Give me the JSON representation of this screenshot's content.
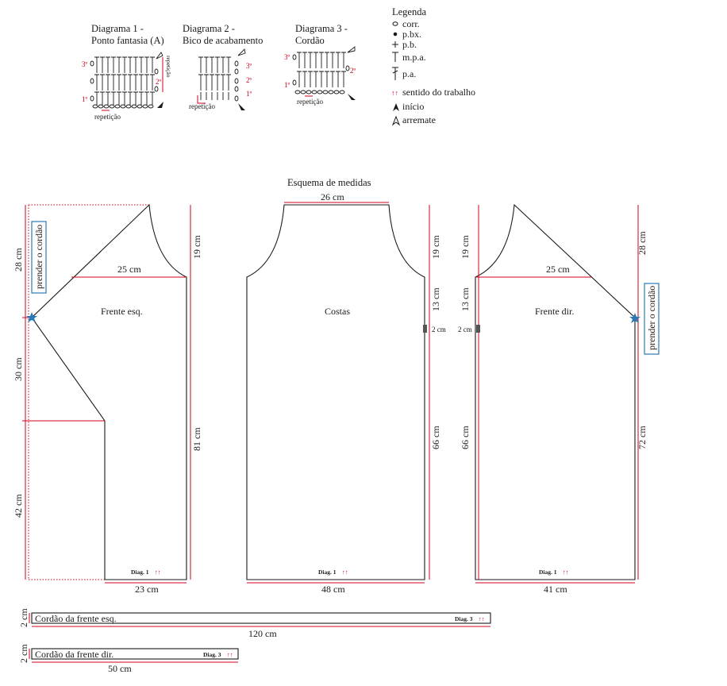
{
  "diagrams": {
    "d1": {
      "title_line1": "Diagrama 1 -",
      "title_line2": "Ponto fantasia (A)",
      "repeat_h": "repetição",
      "repeat_v": "repetição",
      "row1": "1º",
      "row2": "2º",
      "row3": "3º"
    },
    "d2": {
      "title_line1": "Diagrama 2 -",
      "title_line2": "Bico de acabamento",
      "repeat_h": "repetição",
      "row1": "1º",
      "row2": "2º",
      "row3": "3º"
    },
    "d3": {
      "title_line1": "Diagrama 3 -",
      "title_line2": "Cordão",
      "repeat_h": "repetição",
      "row1": "1º",
      "row2": "2º",
      "row3": "3º"
    }
  },
  "legend": {
    "title": "Legenda",
    "items": [
      {
        "symbol": "chain-symbol",
        "label": "corr."
      },
      {
        "symbol": "slip-stitch-symbol",
        "label": "p.bx."
      },
      {
        "symbol": "single-crochet-symbol",
        "label": "p.b."
      },
      {
        "symbol": "half-double-crochet-symbol",
        "label": "m.p.a."
      },
      {
        "symbol": "double-crochet-symbol",
        "label": "p.a."
      },
      {
        "symbol": "direction-arrows-symbol",
        "label": "sentido do trabalho"
      },
      {
        "symbol": "start-arrow-symbol",
        "label": "início"
      },
      {
        "symbol": "end-arrow-symbol",
        "label": "arremate"
      }
    ]
  },
  "schema": {
    "title": "Esquema de medidas",
    "front_left": {
      "name": "Frente esq.",
      "m_top_left": "28 cm",
      "m_middle_left": "30 cm",
      "m_bottom_left": "42 cm",
      "m_shoulder": "25 cm",
      "m_armhole": "19 cm",
      "m_side": "81 cm",
      "m_bottom": "23 cm",
      "cord_note": "prender o cordão",
      "diag_label": "Diag. 1",
      "arrows": "↑↑"
    },
    "back": {
      "name": "Costas",
      "m_neck": "26 cm",
      "m_armhole": "19 cm",
      "m_upper_side": "13 cm",
      "m_slot": "2 cm",
      "m_lower_side": "66 cm",
      "m_bottom": "48 cm",
      "diag_label": "Diag. 1",
      "arrows": "↑↑"
    },
    "front_right": {
      "name": "Frente dir.",
      "m_armhole": "19 cm",
      "m_upper_side": "13 cm",
      "m_slot": "2 cm",
      "m_lower_side": "66 cm",
      "m_shoulder": "25 cm",
      "m_top_right": "28 cm",
      "m_right_side": "72 cm",
      "m_bottom": "41 cm",
      "cord_note": "prender o cordão",
      "diag_label": "Diag. 1",
      "arrows": "↑↑"
    },
    "cord_left": {
      "name": "Cordão da frente esq.",
      "m_height": "2 cm",
      "m_length": "120 cm",
      "diag_label": "Diag. 3",
      "arrows": "↑↑"
    },
    "cord_right": {
      "name": "Cordão da frente dir.",
      "m_height": "2 cm",
      "m_length": "50 cm",
      "diag_label": "Diag. 3",
      "arrows": "↑↑"
    }
  },
  "colors": {
    "outline": "#1a1a1a",
    "measure": "#d0021b",
    "accent": "#2a7ab8",
    "slot": "#555555"
  }
}
